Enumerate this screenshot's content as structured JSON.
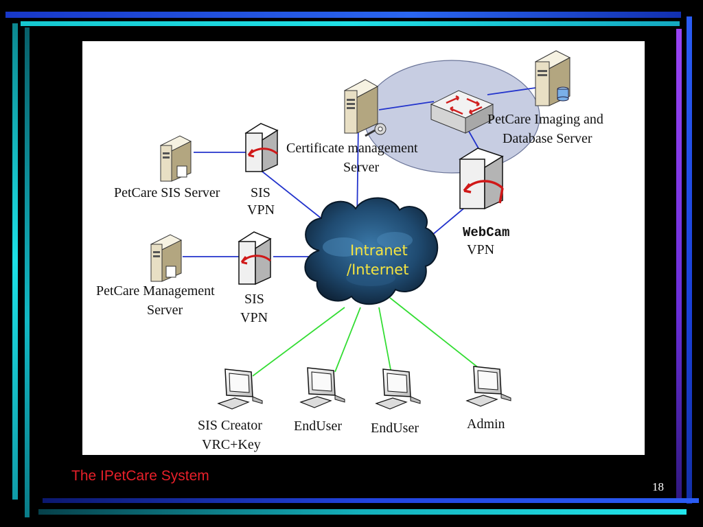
{
  "diagram": {
    "cloud_label_line1": "Intranet",
    "cloud_label_line2": "/Internet",
    "nodes": {
      "sis_server": "PetCare SIS Server",
      "sis_vpn_top_l1": "SIS",
      "sis_vpn_top_l2": "VPN",
      "cert_server_l1": "Certificate management",
      "cert_server_l2": "Server",
      "imaging_db_l1": "PetCare Imaging and",
      "imaging_db_l2": "Database Server",
      "webcam_vpn_l1": "WebCam",
      "webcam_vpn_l2": "VPN",
      "mgmt_server_l1": "PetCare Management",
      "mgmt_server_l2": "Server",
      "sis_vpn_bottom_l1": "SIS",
      "sis_vpn_bottom_l2": "VPN",
      "sis_creator_l1": "SIS Creator",
      "sis_creator_l2": "VRC+Key",
      "enduser_1": "EndUser",
      "enduser_2": "EndUser",
      "admin": "Admin"
    }
  },
  "slide": {
    "caption": "The IPetCare System",
    "page_number": "18"
  },
  "colors": {
    "vpn_link": "#2233cc",
    "client_link": "#33dd33",
    "cloud": "#1e3c5c",
    "zone": "#c7cde2",
    "frame_cyan": "#18d0d8",
    "frame_blue": "#1f3fe0",
    "frame_violet": "#8a3cf0"
  }
}
